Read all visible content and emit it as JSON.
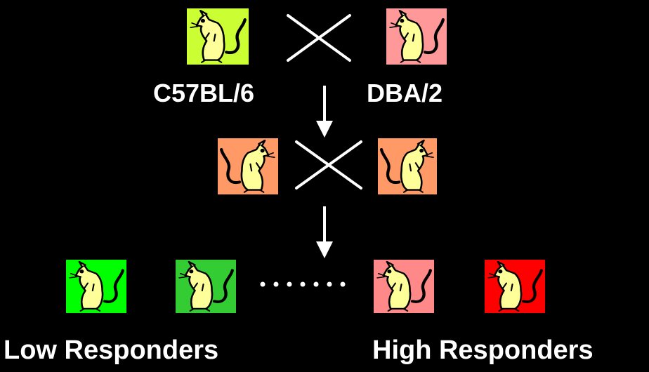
{
  "diagram": {
    "parents": [
      {
        "label": "C57BL/6",
        "color": "#ccff33"
      },
      {
        "label": "DBA/2",
        "color": "#ff9999"
      }
    ],
    "f1_color": "#ff9966",
    "f2": {
      "colors": [
        "#00ff00",
        "#33cc33",
        "#ff8888",
        "#ff0000"
      ],
      "ellipsis": "·······"
    },
    "groups": {
      "low": "Low Responders",
      "high": "High Responders"
    },
    "mouse_color": "#ffff99",
    "line_color": "#ffffff"
  }
}
